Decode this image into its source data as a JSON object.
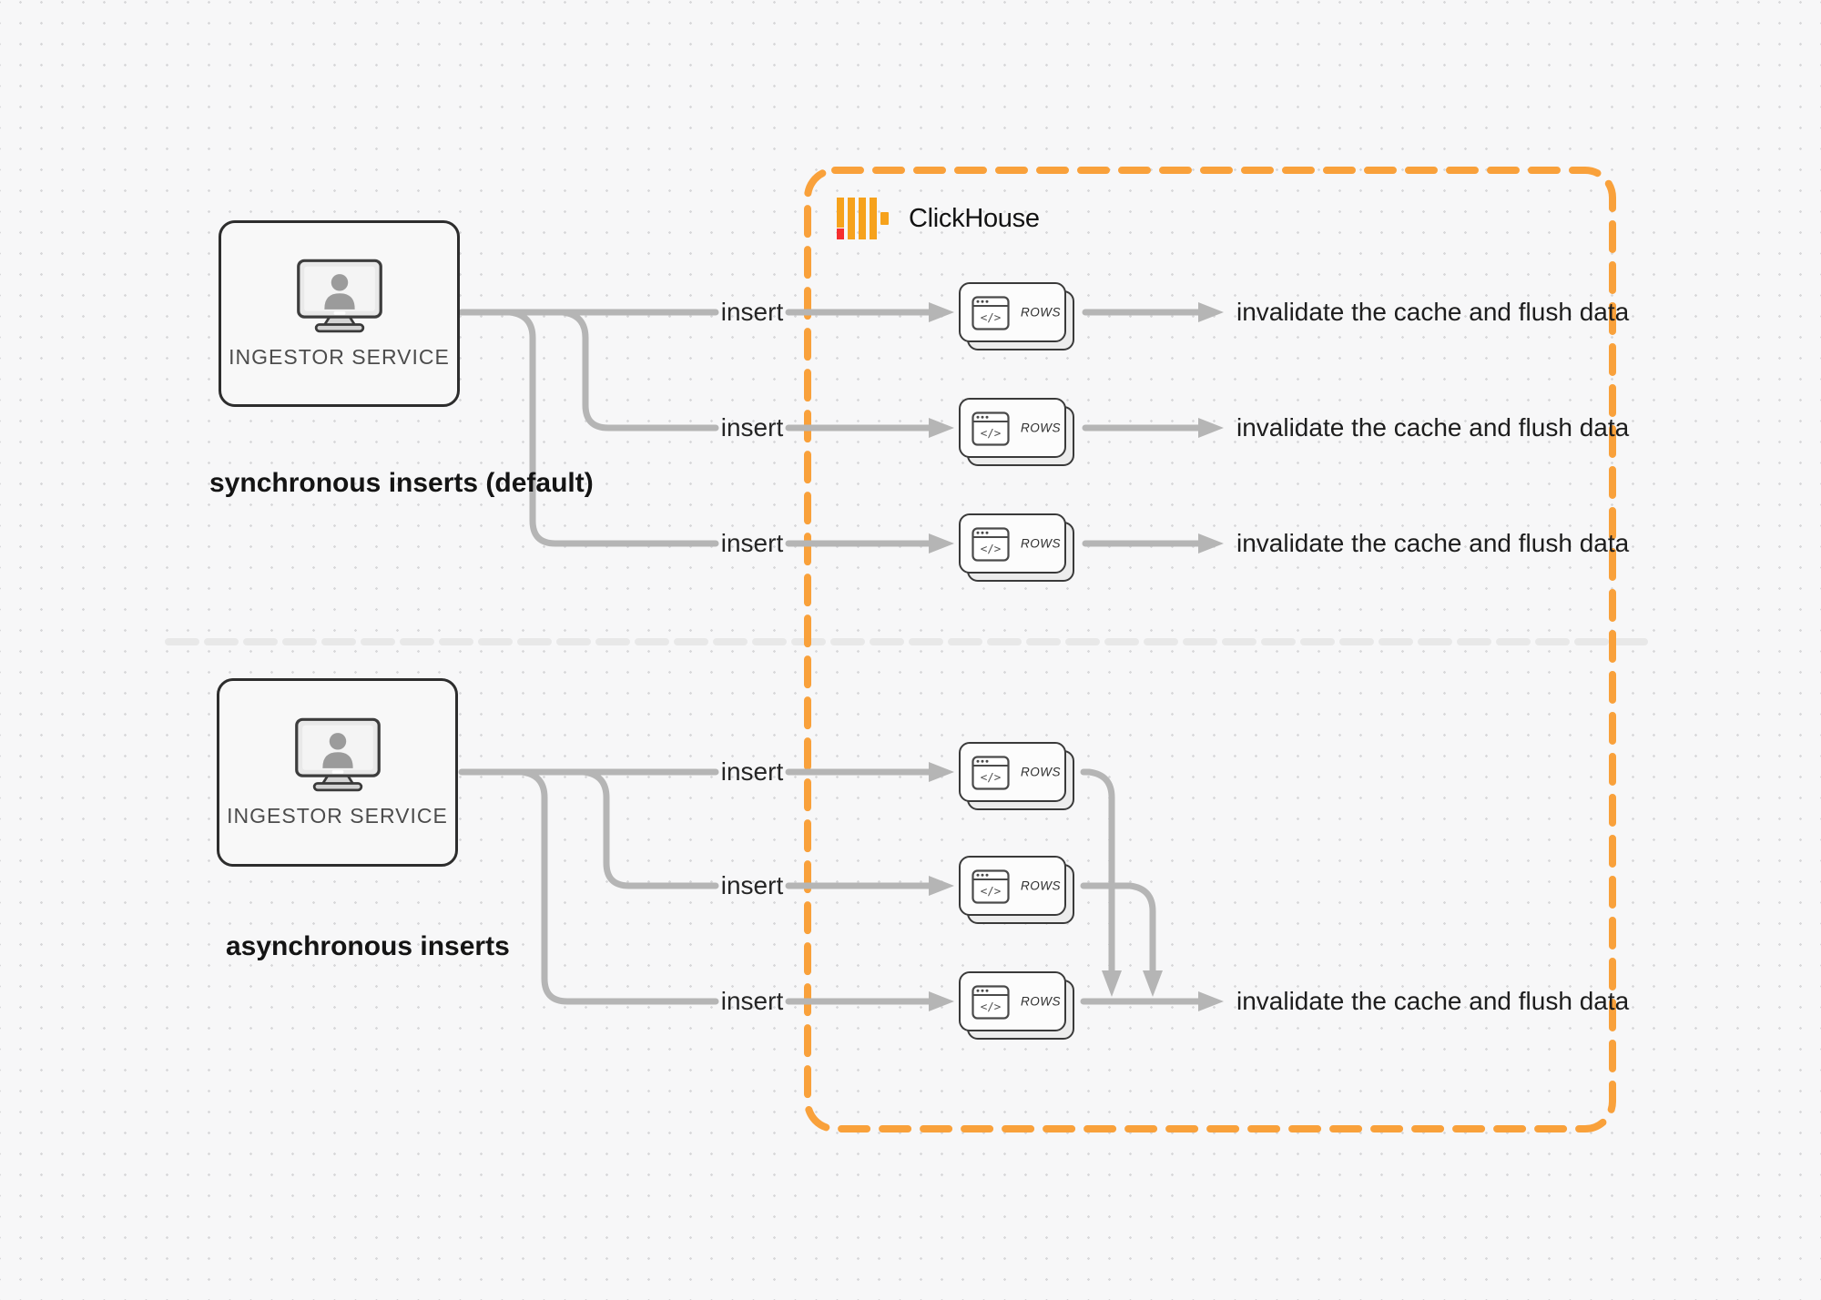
{
  "clickhouse": {
    "label": "ClickHouse"
  },
  "ingestor": {
    "label": "INGESTOR SERVICE"
  },
  "captions": {
    "sync": "synchronous inserts (default)",
    "async": "asynchronous inserts"
  },
  "labels": {
    "insert": "insert",
    "rows": "ROWS",
    "code_glyph": "</>",
    "outcome": "invalidate the cache and flush data"
  },
  "colors": {
    "accent_orange": "#F9A13B",
    "logo_bar_yellow": "#F6A21C",
    "logo_red": "#F62E2E",
    "connector_gray": "#B5B5B5",
    "divider_gray": "#E8E8E8",
    "box_border_dark": "#2D2D2D"
  }
}
